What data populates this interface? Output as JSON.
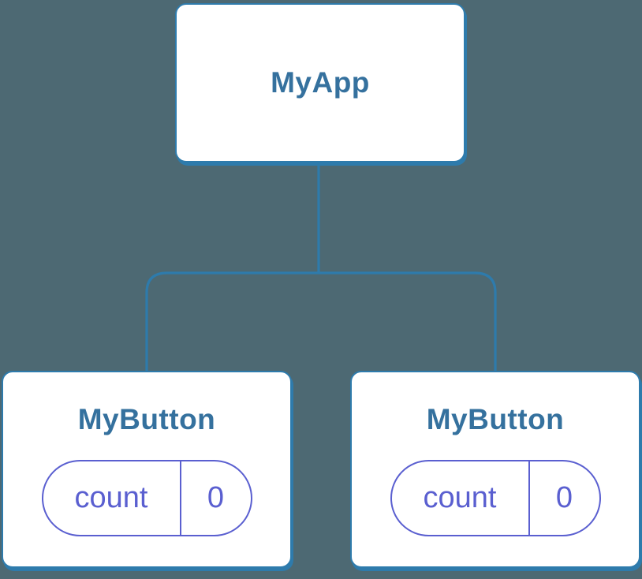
{
  "tree": {
    "root": {
      "label": "MyApp"
    },
    "children": [
      {
        "label": "MyButton",
        "state": {
          "key": "count",
          "value": "0"
        }
      },
      {
        "label": "MyButton",
        "state": {
          "key": "count",
          "value": "0"
        }
      }
    ]
  },
  "colors": {
    "background": "#4d6973",
    "node_border_blue": "#2e7bac",
    "node_label_blue": "#35719e",
    "state_purple": "#5a5fd0",
    "card_background": "#ffffff"
  }
}
